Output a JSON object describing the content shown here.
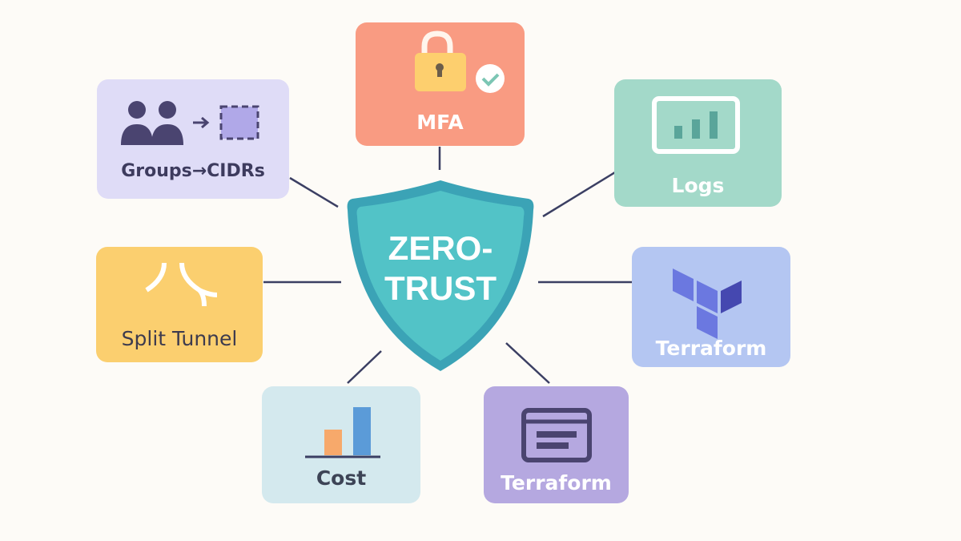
{
  "center": {
    "label_line1": "ZERO-",
    "label_line2": "TRUST"
  },
  "nodes": {
    "groups": {
      "label": "Groups→CIDRs",
      "color": "#dfdcf7"
    },
    "mfa": {
      "label": "MFA",
      "color": "#f99b82"
    },
    "logs": {
      "label": "Logs",
      "color": "#a3d9c9"
    },
    "split": {
      "label": "Split Tunnel",
      "color": "#fbcf6f"
    },
    "terraform_right": {
      "label": "Terraform",
      "color": "#b4c6f2"
    },
    "cost": {
      "label": "Cost",
      "color": "#d4e9ee"
    },
    "terraform_bottom": {
      "label": "Terraform",
      "color": "#b5a8e0"
    }
  },
  "shield_color": "#4fc3c6"
}
